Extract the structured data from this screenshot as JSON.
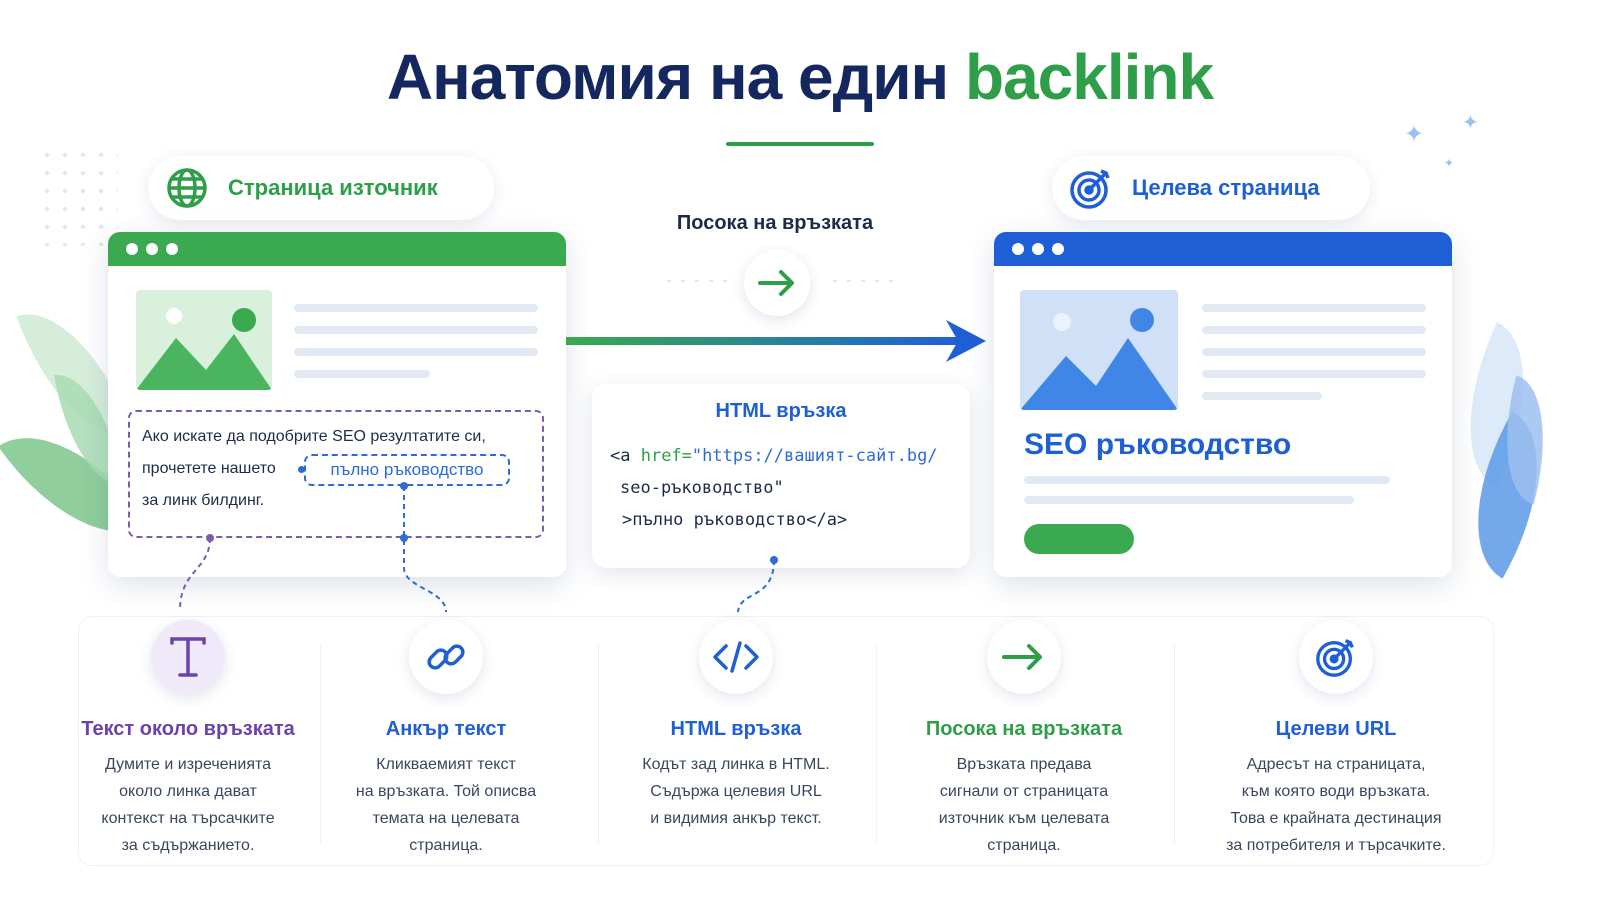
{
  "title": {
    "main": "Анатомия на един",
    "accent": "backlink"
  },
  "source": {
    "pill_label": "Страница източник"
  },
  "target": {
    "pill_label": "Целева страница",
    "heading": "SEO ръководство"
  },
  "snippet": {
    "line1": "Ако искате да подобрите SEO резултатите си,",
    "line2_prefix": "прочетете нашето",
    "anchor": "пълно ръководство",
    "line3": "за линк билдинг."
  },
  "direction": {
    "label": "Посока на връзката"
  },
  "html_link": {
    "title": "HTML връзка",
    "code_line1_a": "<a ",
    "code_line1_attr": "href=",
    "code_line1_str": "\"https://вашият-сайт.bg/",
    "code_line2": "seo-ръководство\"",
    "code_line3": ">пълно ръководство</a>"
  },
  "colors": {
    "green": "#2e9e48",
    "blue": "#1f5fd6",
    "purple": "#6c42ad",
    "navy": "#14275e"
  },
  "features": [
    {
      "icon": "text-T-icon",
      "title": "Текст около връзката",
      "color": "#6c42ad",
      "lines": [
        "Думите и изреченията",
        "около линка дават",
        "контекст на търсачките",
        "за съдържанието."
      ]
    },
    {
      "icon": "link-icon",
      "title": "Анкър текст",
      "color": "#1f5fd6",
      "lines": [
        "Кликваемият текст",
        "на връзката. Той описва",
        "темата на целевата",
        "страница."
      ]
    },
    {
      "icon": "code-icon",
      "title": "HTML връзка",
      "color": "#1f5fd6",
      "lines": [
        "Кодът зад линка в HTML.",
        "Съдържа целевия URL",
        "и видимия анкър текст."
      ]
    },
    {
      "icon": "arrow-right-icon",
      "title": "Посока на връзката",
      "color": "#2e9e48",
      "lines": [
        "Връзката предава",
        "сигнали от страницата",
        "източник към целевата",
        "страница."
      ]
    },
    {
      "icon": "target-icon",
      "title": "Целеви URL",
      "color": "#1f5fd6",
      "lines": [
        "Адресът на страницата,",
        "към която води връзката.",
        "Това е крайната дестинация",
        "за потребителя и търсачките."
      ]
    }
  ]
}
